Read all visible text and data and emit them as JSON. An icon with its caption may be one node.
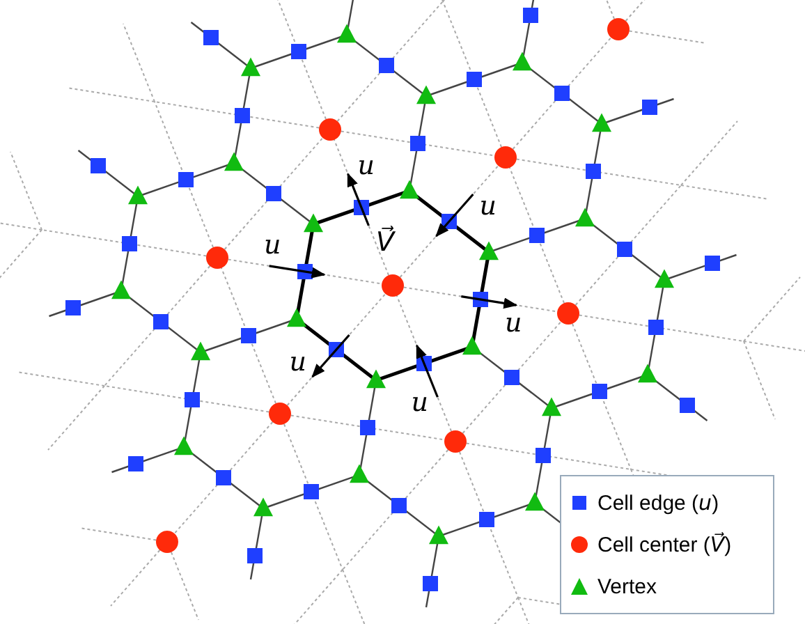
{
  "diagram": {
    "labels": [
      "u",
      "u",
      "u",
      "V⃗",
      "u",
      "u",
      "u"
    ],
    "legend": [
      {
        "text": "Cell edge (*u*)",
        "color": "#1f3fff"
      },
      {
        "text": "Cell center (*V⃗*)",
        "color": "#ff2a0a"
      },
      {
        "text": "Vertex",
        "color": "#11bb11"
      }
    ]
  }
}
